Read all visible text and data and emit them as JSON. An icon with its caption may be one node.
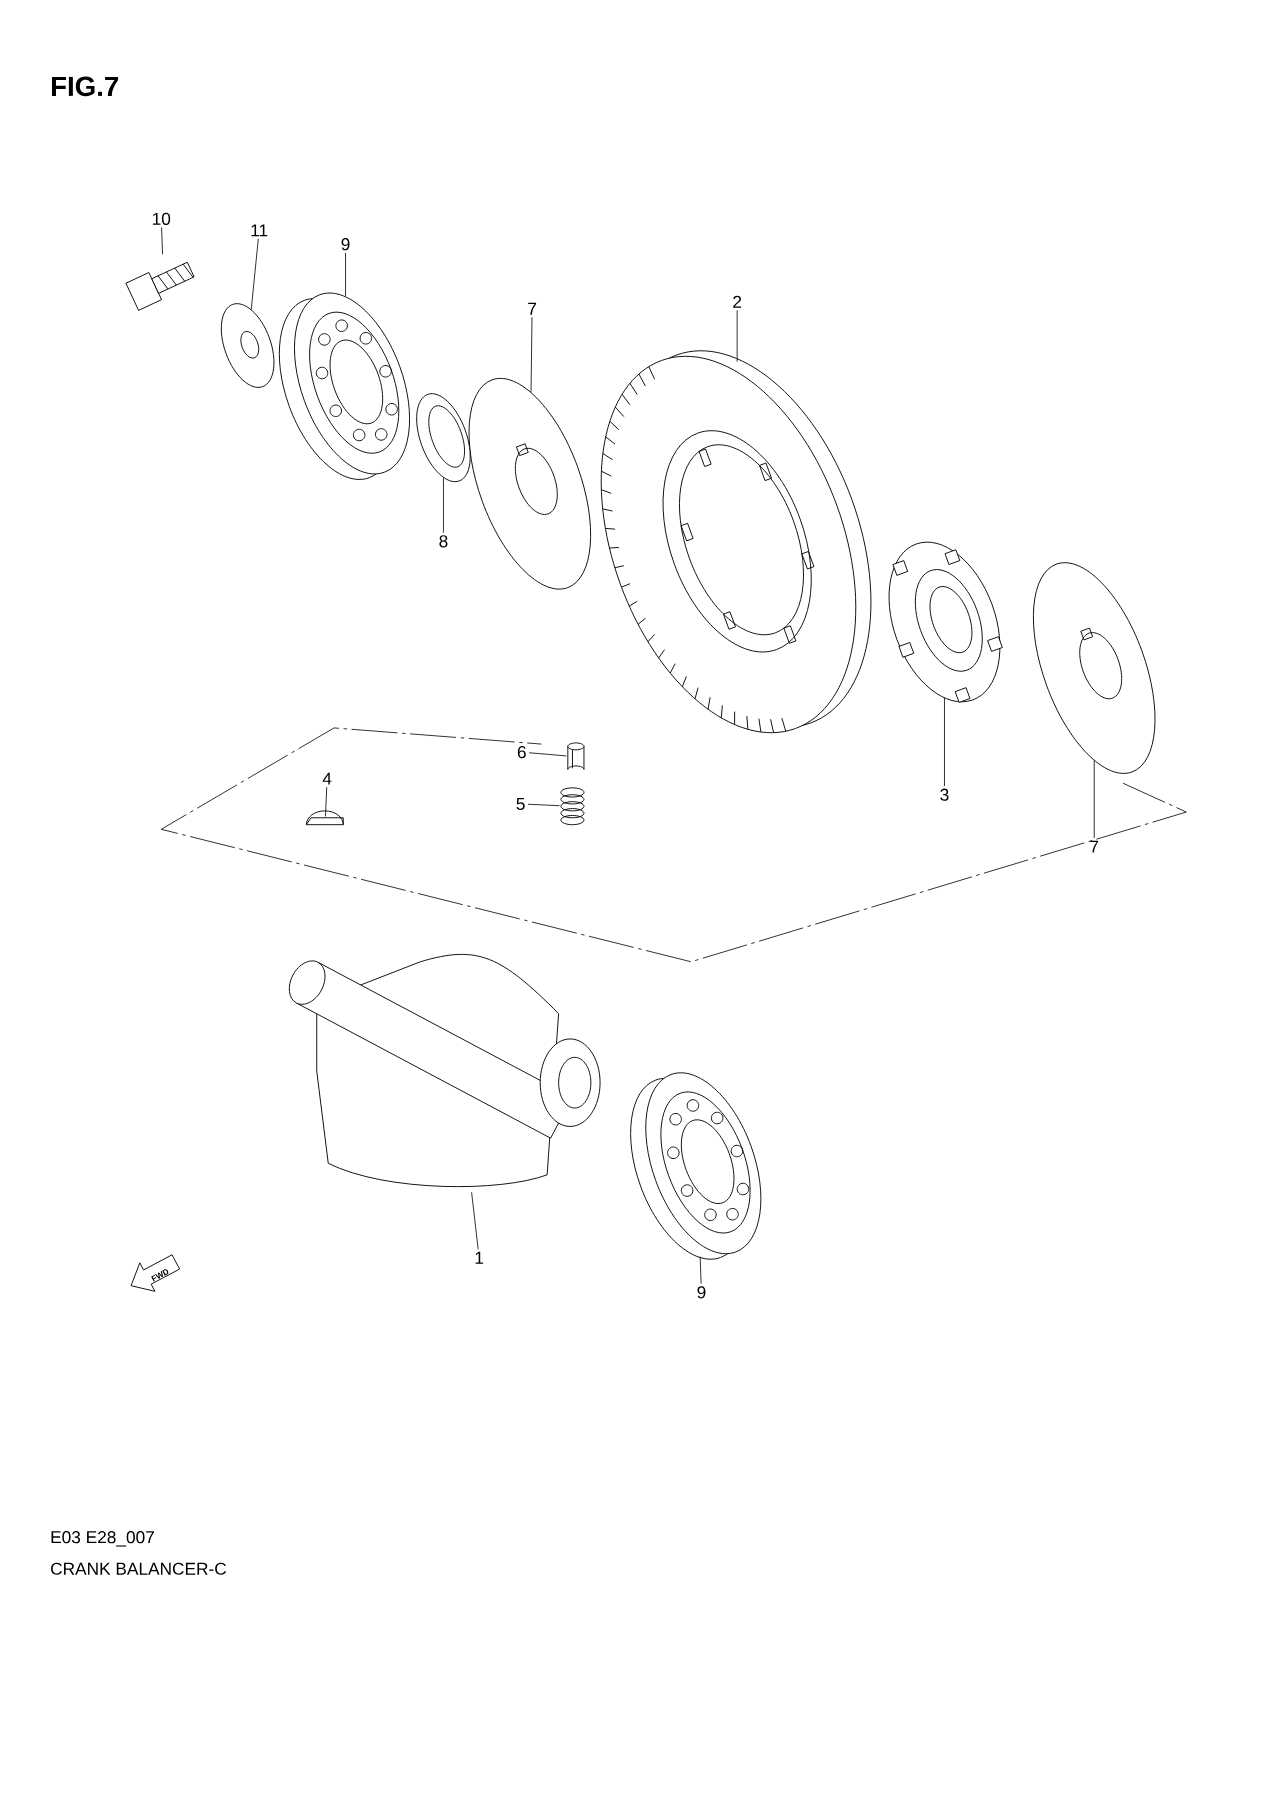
{
  "diagram": {
    "title": "FIG.7",
    "nodes": [
      {
        "text": [
          "10"
        ]
      },
      {
        "text": [],
        "shape": "picture"
      },
      {
        "text": [
          "11"
        ]
      },
      {
        "text": [],
        "shape": "picture"
      },
      {
        "text": [
          "9"
        ]
      },
      {
        "text": [],
        "shape": "picture"
      },
      {
        "text": [
          "7"
        ]
      },
      {
        "text": [],
        "shape": "picture"
      },
      {
        "text": [
          "2"
        ]
      },
      {
        "text": [],
        "shape": "picture"
      },
      {
        "text": [
          "8"
        ]
      },
      {
        "text": [],
        "shape": "picture"
      },
      {
        "text": [
          "6"
        ]
      },
      {
        "text": [],
        "shape": "cylinder"
      },
      {
        "text": [
          "5"
        ]
      },
      {
        "text": [],
        "shape": "picture"
      },
      {
        "text": [
          "3"
        ]
      },
      {
        "text": [],
        "shape": "picture"
      },
      {
        "text": [
          "7"
        ]
      },
      {
        "text": [],
        "shape": "picture"
      },
      {
        "text": [
          "4"
        ]
      },
      {
        "text": [],
        "shape": "picture"
      },
      {
        "text": [
          "1"
        ]
      },
      {
        "text": [],
        "shape": "picture"
      },
      {
        "text": [
          "9"
        ]
      },
      {
        "text": [],
        "shape": "picture"
      },
      {
        "text": [
          "FWD"
        ]
      }
    ],
    "edges": [
      {
        "from": 0,
        "to": 1,
        "arrow": "none"
      },
      {
        "from": 2,
        "to": 3,
        "arrow": "none"
      },
      {
        "from": 4,
        "to": 5,
        "arrow": "none"
      },
      {
        "from": 6,
        "to": 7,
        "arrow": "none"
      },
      {
        "from": 8,
        "to": 9,
        "arrow": "none"
      },
      {
        "from": 10,
        "to": 11,
        "arrow": "none"
      },
      {
        "from": 12,
        "to": 13,
        "arrow": "none"
      },
      {
        "from": 14,
        "to": 15,
        "arrow": "none"
      },
      {
        "from": 16,
        "to": 17,
        "arrow": "none"
      },
      {
        "from": 18,
        "to": 19,
        "arrow": "none"
      },
      {
        "from": 20,
        "to": 21,
        "arrow": "none"
      },
      {
        "from": 22,
        "to": 23,
        "arrow": "none"
      },
      {
        "from": 24,
        "to": 25,
        "arrow": "none"
      }
    ],
    "labels": [
      "E03 E28_007",
      "CRANK BALANCER-C"
    ]
  }
}
